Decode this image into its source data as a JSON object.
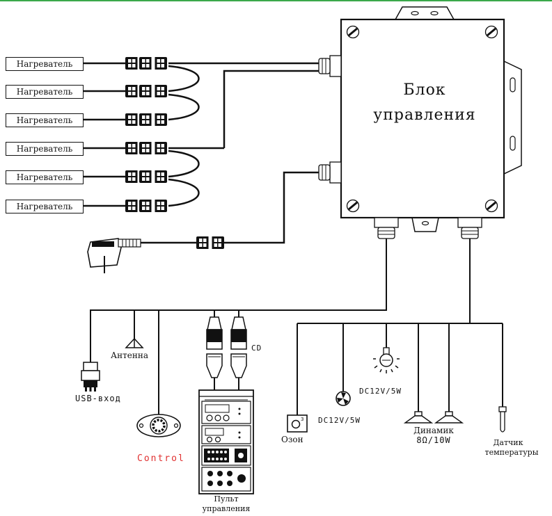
{
  "heaters": [
    "Нагреватель",
    "Нагреватель",
    "Нагреватель",
    "Нагреватель",
    "Нагреватель",
    "Нагреватель"
  ],
  "control_box": {
    "line1": "Блок",
    "line2": "управления"
  },
  "labels": {
    "antenna": "Антенна",
    "usb": "USB-вход",
    "control": "Control",
    "cd": "CD",
    "remote_line1": "Пульт",
    "remote_line2": "управления",
    "ozone": "Озон",
    "fan_power": "DC12V/5W",
    "light_power": "DC12V/5W",
    "speaker_line1": "Динамик",
    "speaker_line2": "8Ω/10W",
    "sensor_line1": "Датчик",
    "sensor_line2": "температуры"
  },
  "colors": {
    "accent_bar": "#3aa84a",
    "control_label": "#e03030",
    "line": "#111111"
  }
}
